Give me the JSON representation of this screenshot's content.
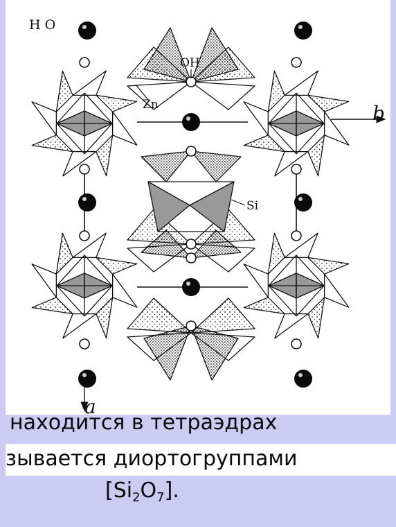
{
  "figure": {
    "labels": {
      "ho": "H O",
      "oh": "OH",
      "zn": "Zn",
      "si": "Si",
      "axis_b": "b",
      "axis_a": "a"
    },
    "colors": {
      "background": "#ccccf2",
      "panel": "#ffffff",
      "tetrahedron_fill": "#ffffff",
      "si_tetrahedron_fill": "#999999",
      "atom_fill": "#0a0a0a",
      "stroke": "#111111"
    }
  },
  "caption": {
    "line1": "находится в тетраэдрах",
    "line2": "зывается диортогруппами",
    "formula_open": "[Si",
    "formula_sub1": "2",
    "formula_mid": "O",
    "formula_sub2": "7",
    "formula_close": "]."
  }
}
